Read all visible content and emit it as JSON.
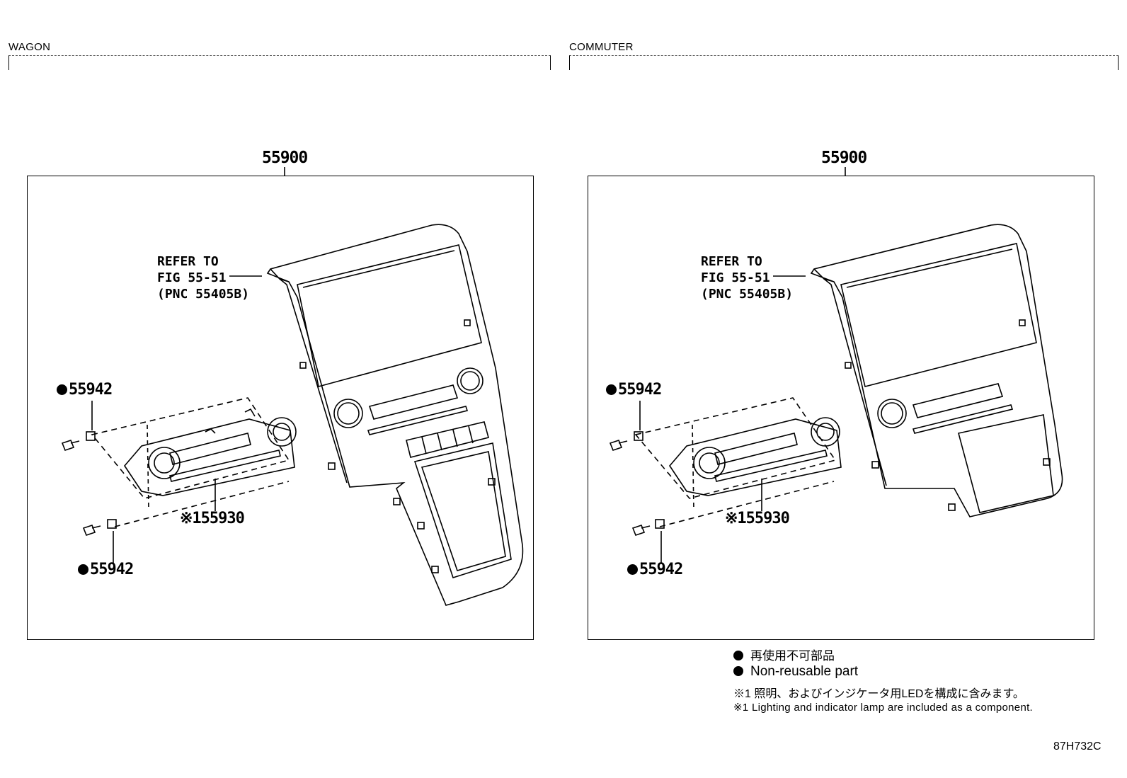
{
  "sections": [
    {
      "label": "WAGON",
      "assembly_pn": "55900",
      "refer_lines": [
        "REFER TO",
        "FIG 55-51",
        "(PNC 55405B)"
      ],
      "control_pn": "※155930",
      "screw_pn_top": "55942",
      "screw_pn_bottom": "55942"
    },
    {
      "label": "COMMUTER",
      "assembly_pn": "55900",
      "refer_lines": [
        "REFER TO",
        "FIG 55-51",
        "(PNC 55405B)"
      ],
      "control_pn": "※155930",
      "screw_pn_top": "55942",
      "screw_pn_bottom": "55942"
    }
  ],
  "legend": {
    "non_reusable_jp": "再使用不可部品",
    "non_reusable_en": "Non-reusable part",
    "note1_jp": "※1 照明、およびインジケータ用LEDを構成に含みます。",
    "note1_en": "※1 Lighting and indicator lamp are included as a component."
  },
  "figure_ref": "87H732C",
  "icons": [
    "non-reusable-dot-icon",
    "bolt-icon",
    "clip-icon"
  ]
}
